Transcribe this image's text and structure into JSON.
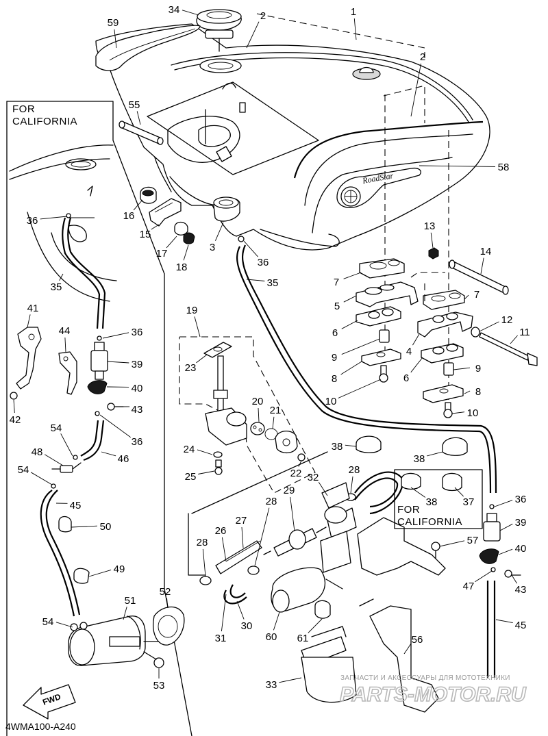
{
  "diagram": {
    "callouts": [
      {
        "n": "1"
      },
      {
        "n": "2"
      },
      {
        "n": "2"
      },
      {
        "n": "3"
      },
      {
        "n": "4"
      },
      {
        "n": "5"
      },
      {
        "n": "6"
      },
      {
        "n": "6"
      },
      {
        "n": "7"
      },
      {
        "n": "7"
      },
      {
        "n": "8"
      },
      {
        "n": "8"
      },
      {
        "n": "9"
      },
      {
        "n": "9"
      },
      {
        "n": "10"
      },
      {
        "n": "10"
      },
      {
        "n": "11"
      },
      {
        "n": "12"
      },
      {
        "n": "13"
      },
      {
        "n": "14"
      },
      {
        "n": "15"
      },
      {
        "n": "16"
      },
      {
        "n": "17"
      },
      {
        "n": "18"
      },
      {
        "n": "19"
      },
      {
        "n": "20"
      },
      {
        "n": "21"
      },
      {
        "n": "22"
      },
      {
        "n": "23"
      },
      {
        "n": "24"
      },
      {
        "n": "25"
      },
      {
        "n": "26"
      },
      {
        "n": "27"
      },
      {
        "n": "28"
      },
      {
        "n": "28"
      },
      {
        "n": "28"
      },
      {
        "n": "29"
      },
      {
        "n": "30"
      },
      {
        "n": "31"
      },
      {
        "n": "32"
      },
      {
        "n": "33"
      },
      {
        "n": "34"
      },
      {
        "n": "35"
      },
      {
        "n": "35"
      },
      {
        "n": "36"
      },
      {
        "n": "36"
      },
      {
        "n": "36"
      },
      {
        "n": "36"
      },
      {
        "n": "36"
      },
      {
        "n": "37"
      },
      {
        "n": "38"
      },
      {
        "n": "38"
      },
      {
        "n": "38"
      },
      {
        "n": "39"
      },
      {
        "n": "39"
      },
      {
        "n": "40"
      },
      {
        "n": "40"
      },
      {
        "n": "41"
      },
      {
        "n": "42"
      },
      {
        "n": "43"
      },
      {
        "n": "43"
      },
      {
        "n": "44"
      },
      {
        "n": "45"
      },
      {
        "n": "45"
      },
      {
        "n": "46"
      },
      {
        "n": "47"
      },
      {
        "n": "48"
      },
      {
        "n": "49"
      },
      {
        "n": "50"
      },
      {
        "n": "51"
      },
      {
        "n": "52"
      },
      {
        "n": "53"
      },
      {
        "n": "54"
      },
      {
        "n": "54"
      },
      {
        "n": "54"
      },
      {
        "n": "55"
      },
      {
        "n": "56"
      },
      {
        "n": "57"
      },
      {
        "n": "58"
      },
      {
        "n": "59"
      },
      {
        "n": "60"
      },
      {
        "n": "61"
      }
    ],
    "california_box_left": {
      "line1": "FOR",
      "line2": "CALIFORNIA"
    },
    "california_box_right": {
      "line1": "FOR",
      "line2": "CALIFORNIA"
    },
    "fwd_arrow": "FWD",
    "diagram_code": "4WMA100-A240",
    "tank_logo": "RoadStar",
    "watermark": {
      "small": "ЗАПЧАСТИ И АКСЕССУАРЫ ДЛЯ МОТОТЕХНИКИ",
      "big": "PARTS-MOTOR.RU"
    }
  }
}
